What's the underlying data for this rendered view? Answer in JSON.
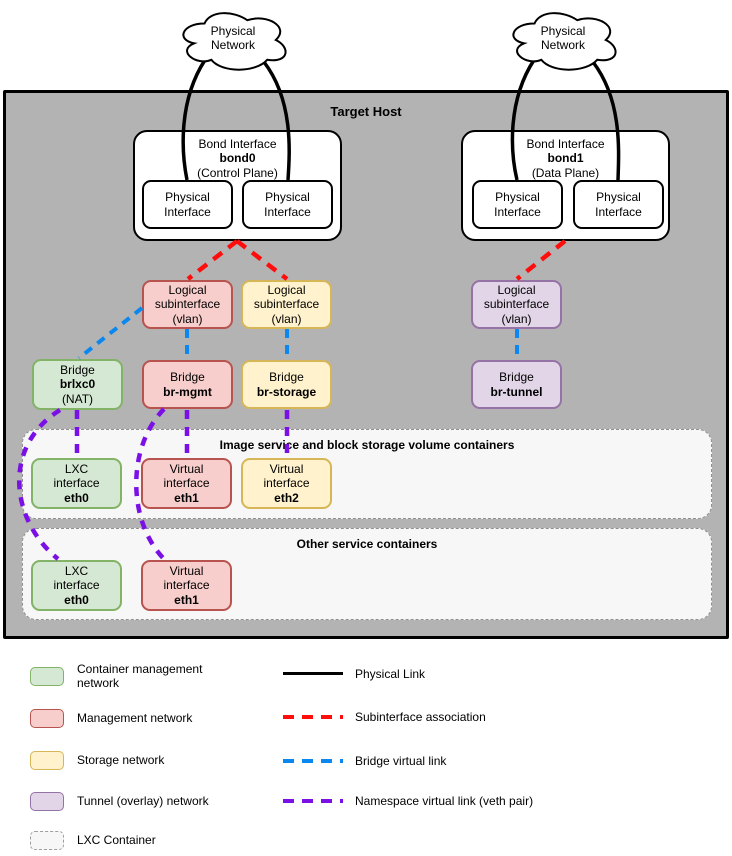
{
  "colors": {
    "host-fill": "#b3b3b3",
    "green-fill": "#d5e8d4",
    "green-stroke": "#82b366",
    "red-fill": "#f8cecc",
    "red-stroke": "#b85450",
    "yellow-fill": "#fff2cc",
    "yellow-stroke": "#d6b656",
    "purple-fill": "#e1d5e7",
    "purple-stroke": "#9673a6",
    "container-fill": "#f7f7f7",
    "container-stroke": "#8f8f8f",
    "physical-link": "#000000",
    "subinterface-link": "#ff0d0d",
    "bridge-link": "#0b87f0",
    "veth-link": "#7a10e6"
  },
  "host": {
    "title": "Target Host"
  },
  "clouds": {
    "left": {
      "line1": "Physical",
      "line2": "Network"
    },
    "right": {
      "line1": "Physical",
      "line2": "Network"
    }
  },
  "bond0": {
    "type_label": "Bond Interface",
    "name": "bond0",
    "plane": "(Control Plane)",
    "iface_left": {
      "line1": "Physical",
      "line2": "Interface"
    },
    "iface_right": {
      "line1": "Physical",
      "line2": "Interface"
    }
  },
  "bond1": {
    "type_label": "Bond Interface",
    "name": "bond1",
    "plane": "(Data Plane)",
    "iface_left": {
      "line1": "Physical",
      "line2": "Interface"
    },
    "iface_right": {
      "line1": "Physical",
      "line2": "Interface"
    }
  },
  "subinterfaces": {
    "mgmt": {
      "line1": "Logical",
      "line2": "subinterface",
      "line3": "(vlan)"
    },
    "storage": {
      "line1": "Logical",
      "line2": "subinterface",
      "line3": "(vlan)"
    },
    "tunnel": {
      "line1": "Logical",
      "line2": "subinterface",
      "line3": "(vlan)"
    }
  },
  "bridges": {
    "lxc": {
      "type_label": "Bridge",
      "name": "brlxc0",
      "suffix": "(NAT)"
    },
    "mgmt": {
      "type_label": "Bridge",
      "name": "br-mgmt"
    },
    "storage": {
      "type_label": "Bridge",
      "name": "br-storage"
    },
    "tunnel": {
      "type_label": "Bridge",
      "name": "br-tunnel"
    }
  },
  "container1": {
    "title": "Image service and block storage volume containers",
    "eth0": {
      "line1": "LXC",
      "line2": "interface",
      "name": "eth0"
    },
    "eth1": {
      "line1": "Virtual",
      "line2": "interface",
      "name": "eth1"
    },
    "eth2": {
      "line1": "Virtual",
      "line2": "interface",
      "name": "eth2"
    }
  },
  "container2": {
    "title": "Other service containers",
    "eth0": {
      "line1": "LXC",
      "line2": "interface",
      "name": "eth0"
    },
    "eth1": {
      "line1": "Virtual",
      "line2": "interface",
      "name": "eth1"
    }
  },
  "legend": {
    "network_types": [
      {
        "label": "Container management network"
      },
      {
        "label": "Management network"
      },
      {
        "label": "Storage network"
      },
      {
        "label": "Tunnel (overlay) network"
      },
      {
        "label": "LXC Container"
      }
    ],
    "link_types": [
      {
        "label": "Physical Link"
      },
      {
        "label": "Subinterface association"
      },
      {
        "label": "Bridge virtual link"
      },
      {
        "label": "Namespace virtual link (veth pair)"
      }
    ]
  }
}
